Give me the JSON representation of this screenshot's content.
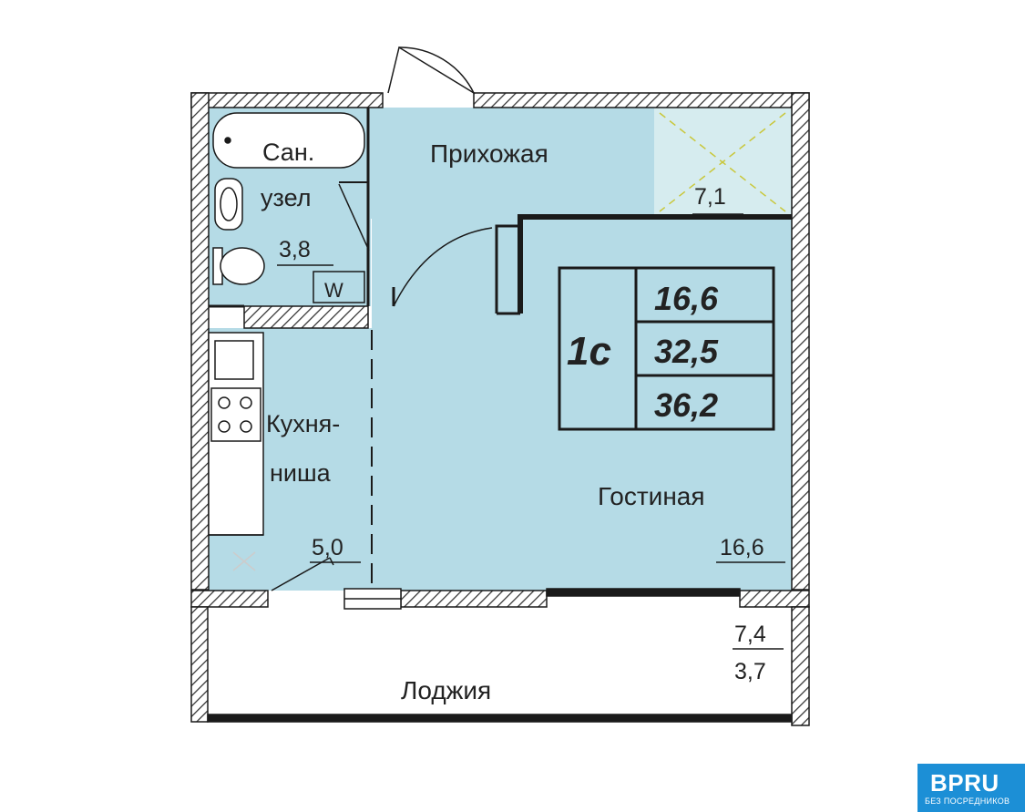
{
  "plan": {
    "apartment_type": "1с",
    "area_living": "16,6",
    "area_total": "32,5",
    "area_with_loggia": "36,2"
  },
  "rooms": {
    "bathroom_line1": "Сан.",
    "bathroom_line2": "узел",
    "bathroom_area": "3,8",
    "washer_mark": "W",
    "hallway_name": "Прихожая",
    "hallway_area": "7,1",
    "kitchen_line1": "Кухня-",
    "kitchen_line2": "ниша",
    "kitchen_area": "5,0",
    "living_name": "Гостиная",
    "living_area": "16,6",
    "loggia_name": "Лоджия",
    "loggia_area_full": "7,4",
    "loggia_area_reduced": "3,7"
  },
  "badge": {
    "logo": "BPRU",
    "subtitle": "БЕЗ ПОСРЕДНИКОВ"
  },
  "colors": {
    "room_fill": "#b5dbe6",
    "wall": "#1a1a1a",
    "badge": "#1c8fd6"
  }
}
